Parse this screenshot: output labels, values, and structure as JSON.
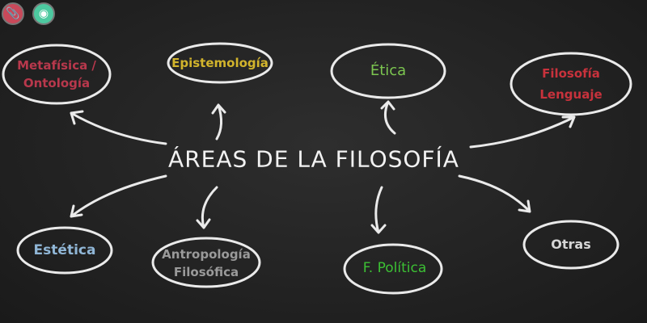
{
  "toolbar": {
    "attach_icon": "paperclip-icon",
    "view_icon": "eye-icon"
  },
  "title": "ÁREAS DE LA FILOSOFÍA",
  "nodes": [
    {
      "line1": "Metafísica /",
      "line2": "Ontología",
      "color": "#b8384c"
    },
    {
      "line1": "Epistemología",
      "line2": "",
      "color": "#d2b42c"
    },
    {
      "line1": "Ética",
      "line2": "",
      "color": "#7cc650"
    },
    {
      "line1": "Filosofía",
      "line2": "Lenguaje",
      "color": "#c8323c"
    },
    {
      "line1": "Estética",
      "line2": "",
      "color": "#90b6d6"
    },
    {
      "line1": "Antropología",
      "line2": "Filosófica",
      "color": "#9a9a9a"
    },
    {
      "line1": "F. Política",
      "line2": "",
      "color": "#3cc034"
    },
    {
      "line1": "Otras",
      "line2": "",
      "color": "#d6d6d6"
    }
  ]
}
